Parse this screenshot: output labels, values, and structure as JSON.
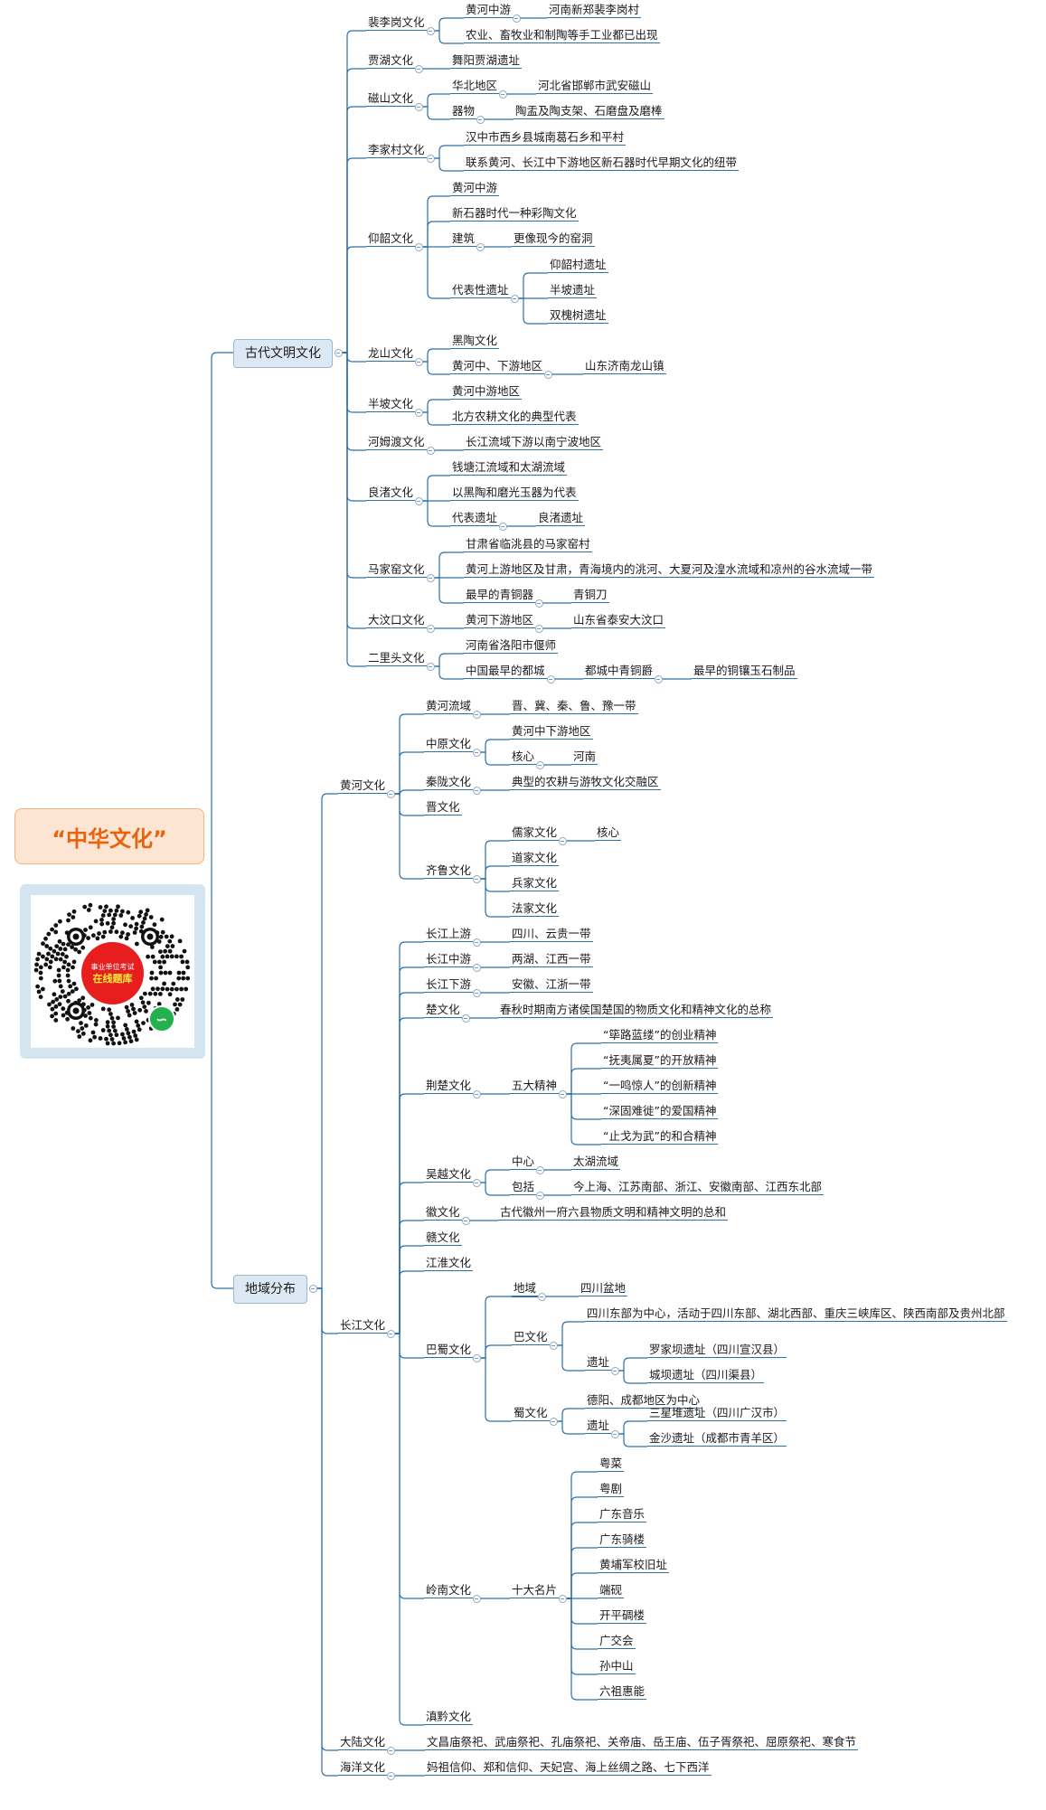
{
  "root": {
    "title": "“中华文化”"
  },
  "qr": {
    "badge_top": "事业单位考试",
    "badge_main": "在线题库",
    "mini_icon": "mini-program-icon"
  },
  "colors": {
    "line": "#2d6fa8",
    "root_text": "#e8630e",
    "root_fill": "#fde5d3",
    "l1_fill": "#dce8f4"
  },
  "tree": {
    "ancient": {
      "label": "古代文明文化",
      "peiligang": {
        "label": "裴李岗文化",
        "c1": "黄河中游",
        "c1a": "河南新郑裴李岗村",
        "c2": "农业、畜牧业和制陶等手工业都已出现"
      },
      "jiahu": {
        "label": "贾湖文化",
        "c1": "舞阳贾湖遗址"
      },
      "cishan": {
        "label": "磁山文化",
        "c1": "华北地区",
        "c1a": "河北省邯郸市武安磁山",
        "c2": "器物",
        "c2a": "陶盂及陶支架、石磨盘及磨棒"
      },
      "lijiacun": {
        "label": "李家村文化",
        "c1": "汉中市西乡县城南葛石乡和平村",
        "c2": "联系黄河、长江中下游地区新石器时代早期文化的纽带"
      },
      "yangshao": {
        "label": "仰韶文化",
        "c1": "黄河中游",
        "c2": "新石器时代一种彩陶文化",
        "c3": "建筑",
        "c3a": "更像现今的窑洞",
        "c4": "代表性遗址",
        "s1": "仰韶村遗址",
        "s2": "半坡遗址",
        "s3": "双槐树遗址"
      },
      "longshan": {
        "label": "龙山文化",
        "c1": "黑陶文化",
        "c2": "黄河中、下游地区",
        "c2a": "山东济南龙山镇"
      },
      "banpo": {
        "label": "半坡文化",
        "c1": "黄河中游地区",
        "c2": "北方农耕文化的典型代表"
      },
      "hemudu": {
        "label": "河姆渡文化",
        "c1": "长江流域下游以南宁波地区"
      },
      "liangzhu": {
        "label": "良渚文化",
        "c1": "钱塘江流域和太湖流域",
        "c2": "以黑陶和磨光玉器为代表",
        "c3": "代表遗址",
        "c3a": "良渚遗址"
      },
      "majiayao": {
        "label": "马家窑文化",
        "c1": "甘肃省临洮县的马家窑村",
        "c2": "黄河上游地区及甘肃，青海境内的洮河、大夏河及湟水流域和凉州的谷水流域一带",
        "c3": "最早的青铜器",
        "c3a": "青铜刀"
      },
      "dawenkou": {
        "label": "大汶口文化",
        "c1": "黄河下游地区",
        "c1a": "山东省泰安大汶口"
      },
      "erlitou": {
        "label": "二里头文化",
        "c1": "河南省洛阳市偃师",
        "c2": "中国最早的都城",
        "c2a": "都城中青铜爵",
        "c2b": "最早的铜镶玉石制品"
      }
    },
    "regional": {
      "label": "地域分布",
      "yellow": {
        "label": "黄河文化",
        "basin": {
          "label": "黄河流域",
          "c1": "晋、冀、秦、鲁、豫一带"
        },
        "zhongyuan": {
          "label": "中原文化",
          "c1": "黄河中下游地区",
          "c2": "核心",
          "c2a": "河南"
        },
        "qinlong": {
          "label": "秦陇文化",
          "c1": "典型的农耕与游牧文化交融区"
        },
        "jin": {
          "label": "晋文化"
        },
        "qilu": {
          "label": "齐鲁文化",
          "c1": "儒家文化",
          "c1a": "核心",
          "c2": "道家文化",
          "c3": "兵家文化",
          "c4": "法家文化"
        }
      },
      "yangtze": {
        "label": "长江文化",
        "upper": {
          "label": "长江上游",
          "c1": "四川、云贵一带"
        },
        "middle": {
          "label": "长江中游",
          "c1": "两湖、江西一带"
        },
        "lower": {
          "label": "长江下游",
          "c1": "安徽、江浙一带"
        },
        "chu": {
          "label": "楚文化",
          "c1": "春秋时期南方诸侯国楚国的物质文化和精神文化的总称"
        },
        "jingchu": {
          "label": "荆楚文化",
          "c1": "五大精神",
          "s1": "“筚路蓝缕”的创业精神",
          "s2": "“抚夷属夏”的开放精神",
          "s3": "“一鸣惊人”的创新精神",
          "s4": "“深固难徙”的爱国精神",
          "s5": "“止戈为武”的和合精神"
        },
        "wuyue": {
          "label": "吴越文化",
          "c1": "中心",
          "c1a": "太湖流域",
          "c2": "包括",
          "c2a": "今上海、江苏南部、浙江、安徽南部、江西东北部"
        },
        "hui": {
          "label": "徽文化",
          "c1": "古代徽州一府六县物质文明和精神文明的总和"
        },
        "gan": {
          "label": "赣文化"
        },
        "jianghuai": {
          "label": "江淮文化"
        },
        "bashu": {
          "label": "巴蜀文化",
          "c1": "地域",
          "c1a": "四川盆地",
          "ba": "巴文化",
          "ba1": "四川东部为中心，活动于四川东部、湖北西部、重庆三峡库区、陕西南部及贵州北部",
          "ba2": "遗址",
          "ba2a": "罗家坝遗址（四川宣汉县）",
          "ba2b": "城坝遗址（四川渠县）",
          "shu": "蜀文化",
          "shu1": "德阳、成都地区为中心",
          "shu2": "遗址",
          "shu2a": "三星堆遗址（四川广汉市）",
          "shu2b": "金沙遗址（成都市青羊区）"
        },
        "lingnan": {
          "label": "岭南文化",
          "c1": "十大名片",
          "items": [
            "粤菜",
            "粤剧",
            "广东音乐",
            "广东骑楼",
            "黄埔军校旧址",
            "端砚",
            "开平碉楼",
            "广交会",
            "孙中山",
            "六祖惠能"
          ]
        },
        "dianqian": {
          "label": "滇黔文化"
        }
      },
      "continental": {
        "label": "大陆文化",
        "c1": "文昌庙祭祀、武庙祭祀、孔庙祭祀、关帝庙、岳王庙、伍子胥祭祀、屈原祭祀、寒食节"
      },
      "ocean": {
        "label": "海洋文化",
        "c1": "妈祖信仰、郑和信仰、天妃宫、海上丝绸之路、七下西洋"
      }
    }
  }
}
